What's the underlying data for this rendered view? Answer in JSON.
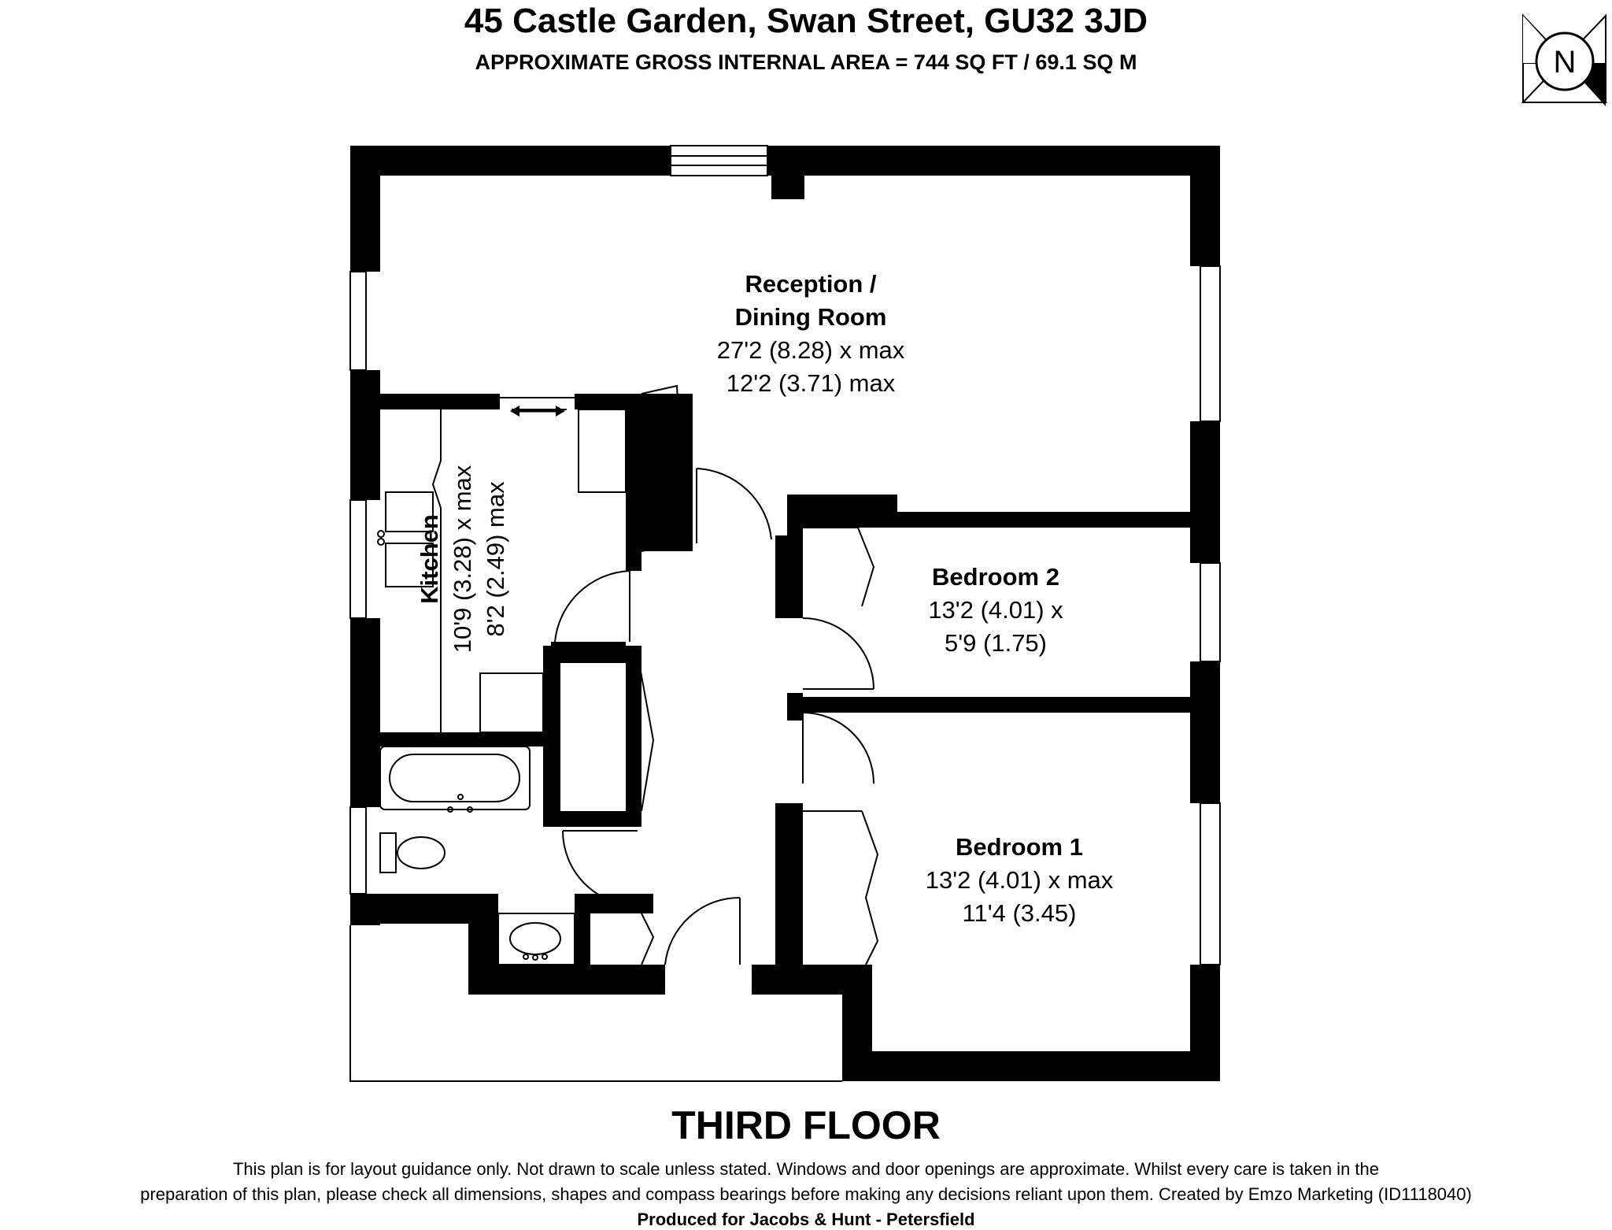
{
  "header": {
    "title": "45 Castle Garden, Swan Street, GU32 3JD",
    "subtitle": "APPROXIMATE GROSS INTERNAL AREA = 744 SQ FT / 69.1 SQ M"
  },
  "compass": {
    "label": "N"
  },
  "rooms": {
    "reception": {
      "name_line1": "Reception /",
      "name_line2": "Dining Room",
      "dim1": "27'2 (8.28) x max",
      "dim2": "12'2 (3.71) max"
    },
    "kitchen": {
      "name": "Kitchen",
      "dim1": "10'9 (3.28) x max",
      "dim2": "8'2 (2.49) max"
    },
    "bedroom2": {
      "name": "Bedroom 2",
      "dim1": "13'2 (4.01) x",
      "dim2": "5'9 (1.75)"
    },
    "bedroom1": {
      "name": "Bedroom 1",
      "dim1": "13'2 (4.01) x max",
      "dim2": "11'4 (3.45)"
    }
  },
  "footer": {
    "floor": "THIRD FLOOR",
    "disclaimer_line1": "This plan is for layout guidance only. Not drawn to scale unless stated. Windows and door openings are approximate. Whilst every care is taken in the",
    "disclaimer_line2": "preparation of this plan, please check all dimensions, shapes and compass bearings before making any decisions reliant upon them. Created by Emzo Marketing (ID1118040)",
    "produced_for": "Produced for Jacobs & Hunt - Petersfield"
  },
  "colors": {
    "wall": "#000000",
    "background": "#ffffff",
    "fixture": "#666666"
  }
}
